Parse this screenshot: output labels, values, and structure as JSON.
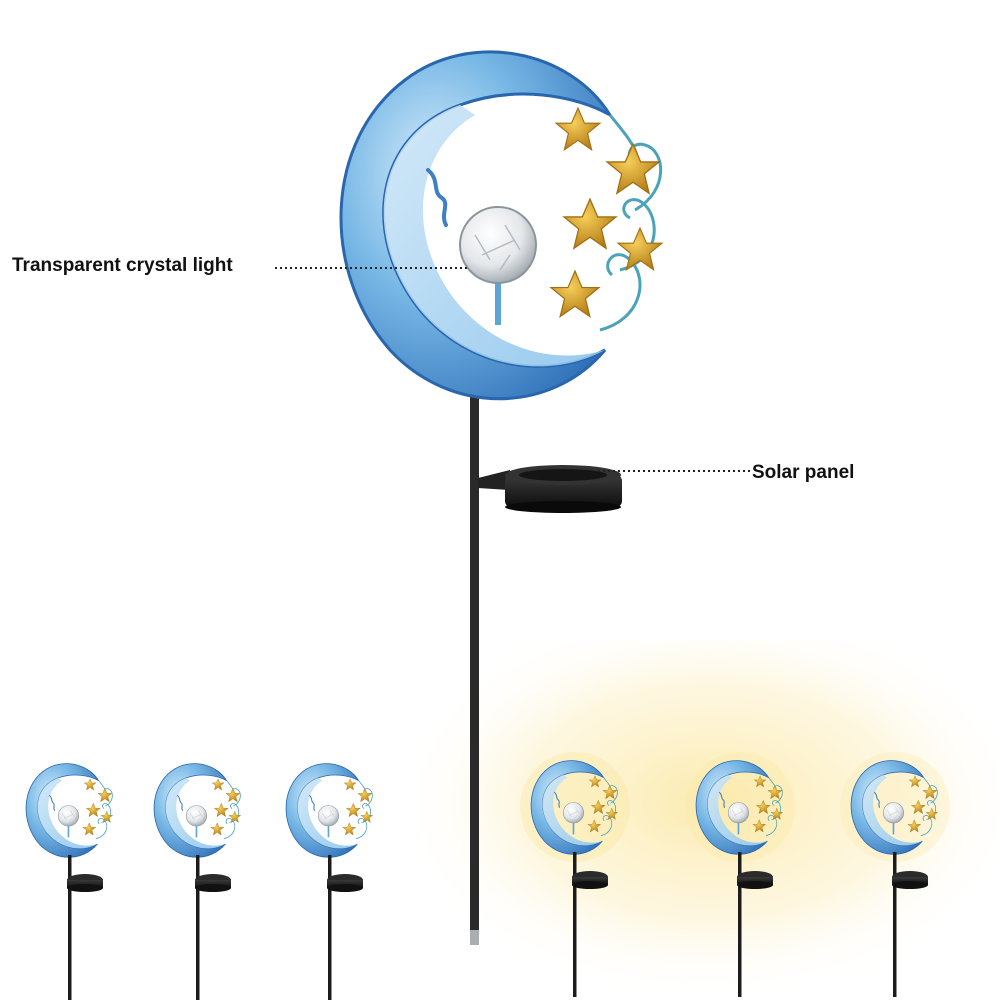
{
  "callouts": {
    "crystal_light": "Transparent crystal light",
    "solar_panel": "Solar panel"
  },
  "colors": {
    "moon_light": "#bfe0f6",
    "moon_mid": "#5fa8de",
    "moon_dark": "#2e6fb8",
    "star_gold": "#e0a82e",
    "star_dark": "#b27a14",
    "vine": "#4aa3b8",
    "stake": "#2a2a2a",
    "panel": "#1e1e1e",
    "glow": "#fbe9a6"
  },
  "lamps": [
    {
      "state": "off"
    },
    {
      "state": "off"
    },
    {
      "state": "off"
    },
    {
      "state": "on"
    },
    {
      "state": "on"
    },
    {
      "state": "on"
    }
  ]
}
